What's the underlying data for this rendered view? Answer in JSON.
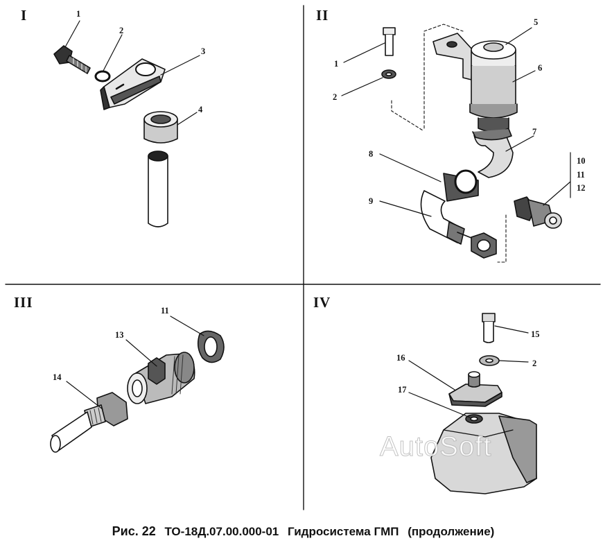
{
  "quadrants": [
    {
      "label": "I",
      "callouts": [
        "1",
        "2",
        "3",
        "4"
      ]
    },
    {
      "label": "II",
      "callouts": [
        "1",
        "2",
        "5",
        "6",
        "7",
        "8",
        "9",
        "10",
        "11",
        "12"
      ]
    },
    {
      "label": "III",
      "callouts": [
        "11",
        "13",
        "14"
      ]
    },
    {
      "label": "IV",
      "callouts": [
        "15",
        "2",
        "16",
        "17"
      ]
    }
  ],
  "caption": {
    "fig_label": "Рис. 22",
    "doc_code": "ТО-18Д.07.00.000-01",
    "title": "Гидросистема ГМП",
    "suffix": "(продолжение)"
  },
  "watermark": "AutoSoft"
}
